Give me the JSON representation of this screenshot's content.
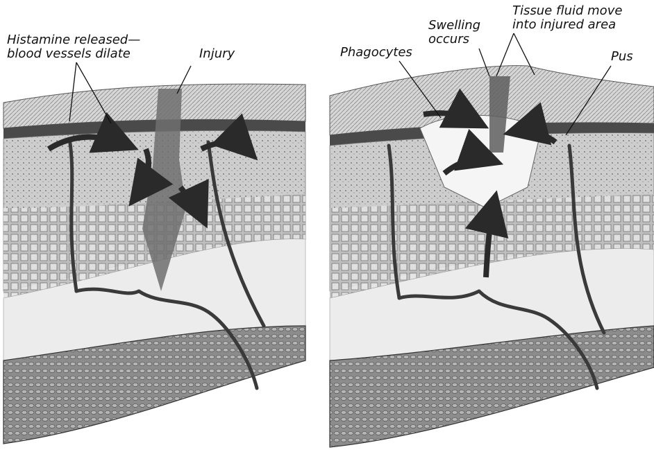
{
  "labels": {
    "histamine_line1": "Histamine released—",
    "histamine_line2": "blood vessels dilate",
    "injury": "Injury",
    "phagocytes": "Phagocytes",
    "swelling_line1": "Swelling",
    "swelling_line2": "occurs",
    "tissue_fluid_line1": "Tissue fluid move",
    "tissue_fluid_line2": "into injured area",
    "pus": "Pus"
  },
  "colors": {
    "ink": "#1a1a1a",
    "tissue_light": "#cfcfcf",
    "tissue_mid": "#9a9a9a",
    "tissue_dark": "#555555",
    "background": "#ffffff"
  }
}
